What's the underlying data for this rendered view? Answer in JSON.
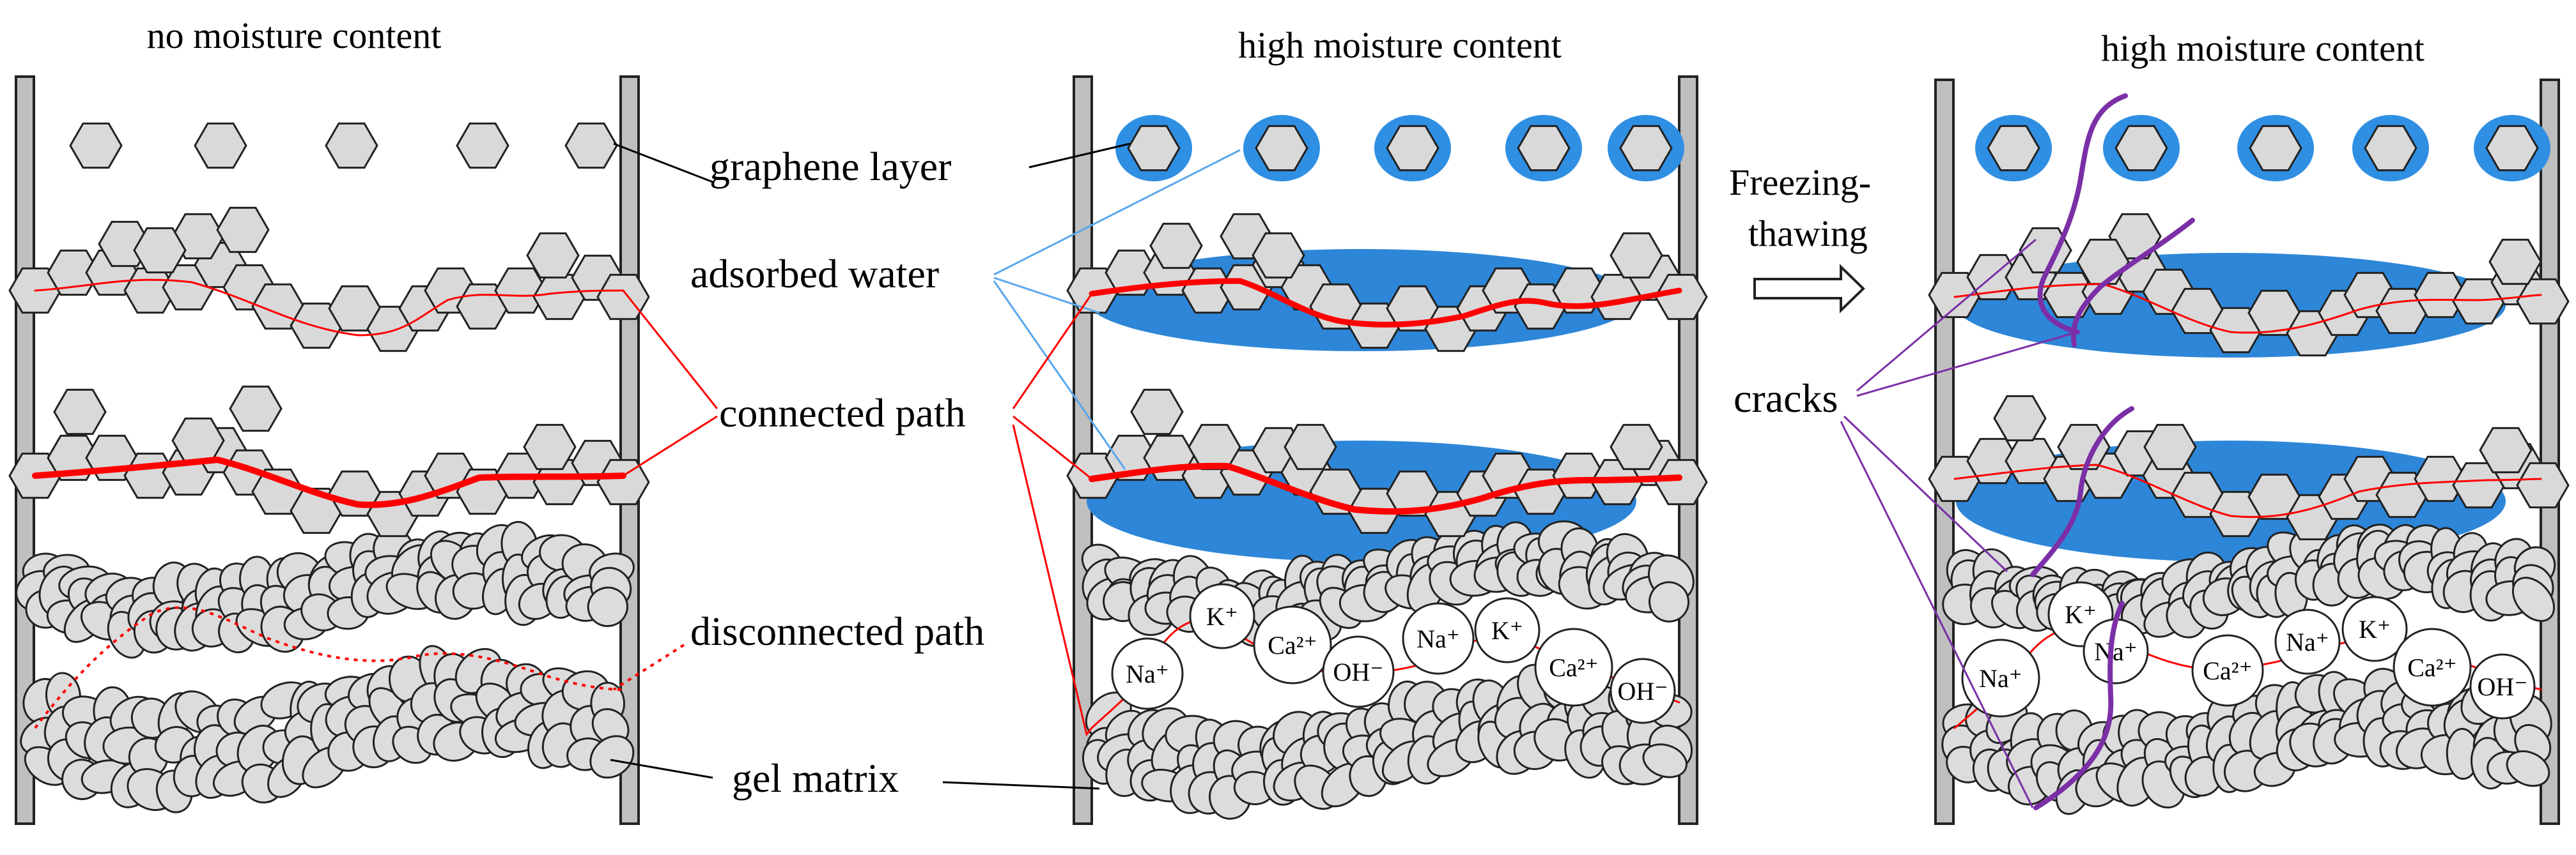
{
  "panels": [
    {
      "title": "no moisture content",
      "ions": []
    },
    {
      "title": "high moisture content",
      "ions": [
        "K⁺",
        "Ca²⁺",
        "Na⁺",
        "OH⁻",
        "Na⁺",
        "K⁺",
        "Ca²⁺",
        "OH⁻"
      ]
    },
    {
      "title": "high moisture content",
      "ions": [
        "K⁺",
        "Na⁺",
        "Na⁺",
        "Ca²⁺",
        "Na⁺",
        "K⁺",
        "Ca²⁺",
        "OH⁻"
      ]
    }
  ],
  "labels": {
    "graphene_layer": "graphene layer",
    "adsorbed_water": "adsorbed water",
    "connected_path": "connected path",
    "disconnected_path": "disconnected path",
    "gel_matrix": "gel matrix",
    "cracks": "cracks"
  },
  "arrow": {
    "line1": "Freezing-",
    "line2": "thawing"
  },
  "colors": {
    "hexagon_fill": "#d9d9d9",
    "hexagon_stroke": "#222222",
    "wall_fill": "#bfbfbf",
    "water": "#2e86d8",
    "water_ring": "#2f8fe3",
    "connected_path": "#ff0000",
    "water_leader": "#5aa7ec",
    "crack": "#7b2fa6",
    "ellipse_fill": "#dcdcdc"
  }
}
